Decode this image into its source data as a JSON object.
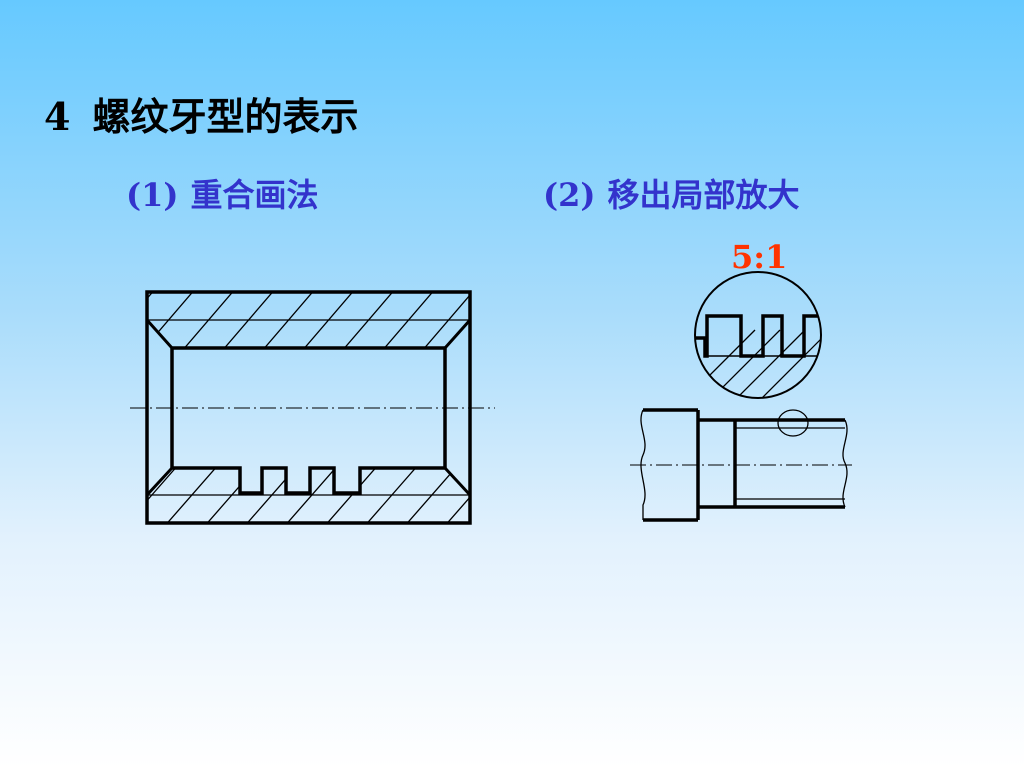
{
  "title": {
    "number": "4",
    "text": "螺纹牙型的表示"
  },
  "methods": [
    {
      "index": "(1)",
      "label": "重合画法"
    },
    {
      "index": "(2)",
      "label": "移出局部放大"
    }
  ],
  "detail_scale": "5:1",
  "colors": {
    "heading": "#000000",
    "subheading": "#3333cc",
    "scale": "#ff3300",
    "line": "#000000"
  }
}
